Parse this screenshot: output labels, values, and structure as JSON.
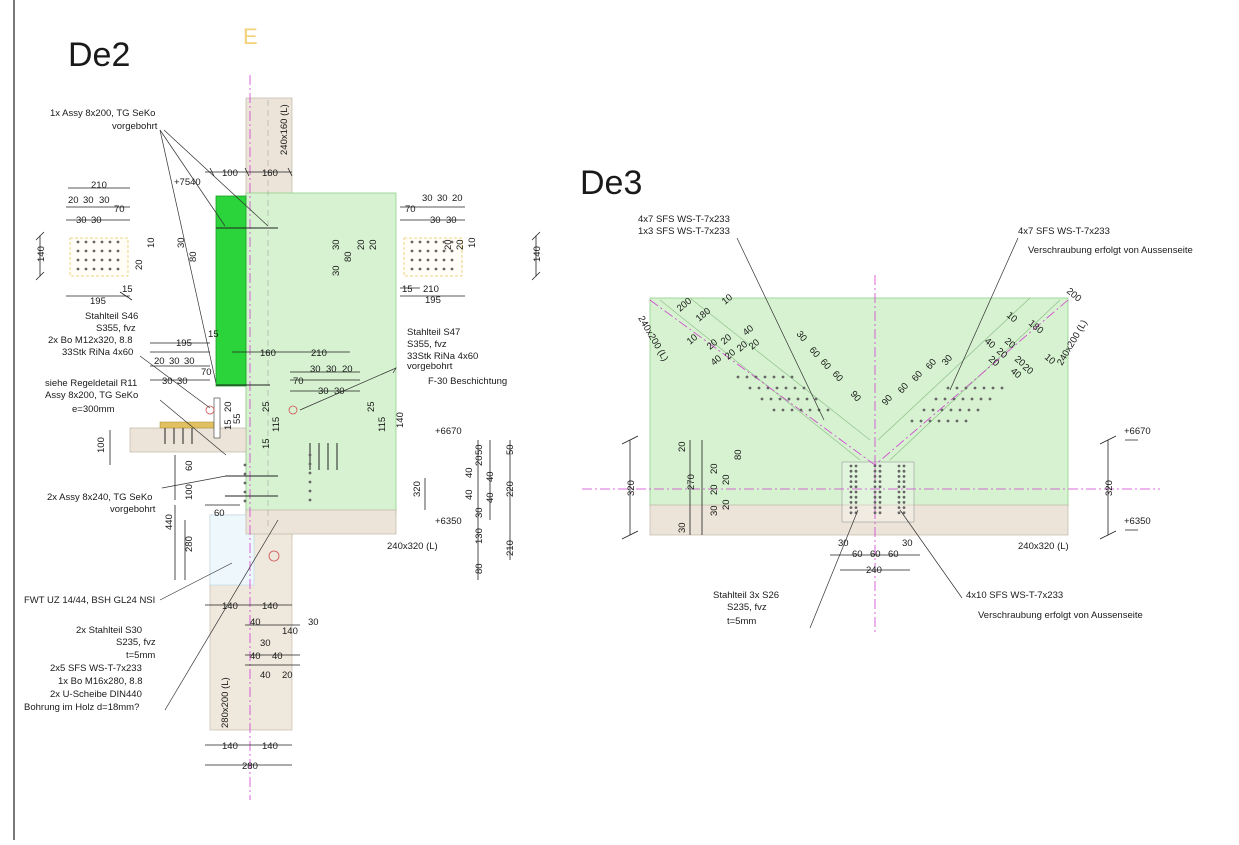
{
  "border_color": "#222222",
  "colors": {
    "green_area": "#d6f2d0",
    "green_member": "#2bd43a",
    "wood": "#ece4d8",
    "axis": "#d040d0",
    "ring": "#f0dca0"
  },
  "de2": {
    "title": "De2",
    "axis_marker": "E",
    "labels": {
      "assy_top": "1x Assy 8x200, TG SeKo",
      "assy_top_2": "vorgebohrt",
      "s46_1": "Stahlteil S46",
      "s46_2": "S355, fvz",
      "s46_3": "2x Bo M12x320, 8.8",
      "s46_4": "33Stk RiNa 4x60",
      "s47_1": "Stahlteil S47",
      "s47_2": "S355, fvz",
      "s47_3": "33Stk RiNa 4x60",
      "s47_4": "vorgebohrt",
      "f30": "F-30 Beschichtung",
      "regel_1": "siehe Regeldetail R11",
      "regel_2": "Assy 8x200, TG SeKo",
      "regel_3": "e=300mm",
      "assy240_1": "2x Assy 8x240, TG SeKo",
      "assy240_2": "vorgebohrt",
      "fwt": "FWT UZ 14/44, BSH GL24 NSI",
      "s30_1": "2x Stahlteil S30",
      "s30_2": "S235, fvz",
      "s30_3": "t=5mm",
      "s30_4": "2x5 SFS WS-T-7x233",
      "s30_5": "1x Bo M16x280, 8.8",
      "s30_6": "2x U-Scheibe DIN440",
      "s30_7": "Bohrung im Holz d=18mm?",
      "post_top": "240x160 (L)",
      "beam": "240x320 (L)",
      "post_bottom": "280x200 (L)",
      "lvl_7540": "+7540",
      "lvl_6670": "+6670",
      "lvl_6350": "+6350"
    },
    "dims": {
      "d100a": "100",
      "d160a": "160",
      "d210a": "210",
      "d20a": "20",
      "d30a": "30",
      "d30b": "30",
      "d70a": "70",
      "d30c": "30",
      "d30d": "30",
      "d140a": "140",
      "d195a": "195",
      "d15a": "15",
      "v20": "20",
      "v30": "30",
      "v80": "80",
      "v10": "10",
      "r30a": "30",
      "r30b": "30",
      "r20a": "20",
      "r70": "70",
      "r30c": "30",
      "r30d": "30",
      "r210": "210",
      "r15": "15",
      "r195": "195",
      "r140": "140",
      "m195": "195",
      "m15": "15",
      "m160": "160",
      "m210": "210",
      "m20a": "20",
      "m30a": "30",
      "m30b": "30",
      "m70": "70",
      "m30c": "30",
      "m30d": "30",
      "n70": "70",
      "n30a": "30",
      "n30b": "30",
      "n20": "20",
      "n30c": "30",
      "n30d": "30",
      "k25": "25",
      "k20": "20",
      "k55": "55",
      "k15": "15",
      "k115": "115",
      "k15b": "15",
      "k25b": "25",
      "k115b": "115",
      "k140": "140",
      "l100": "100",
      "l60": "60",
      "l100b": "100",
      "l440": "440",
      "l280": "280",
      "l60b": "60",
      "r320": "320",
      "s40a": "40",
      "s20a": "20",
      "s40b": "40",
      "s40c": "40",
      "s40d": "40",
      "s30": "30",
      "s130": "130",
      "s80": "80",
      "s50a": "50",
      "s50b": "50",
      "s220": "220",
      "s210": "210",
      "b140a": "140",
      "b140b": "140",
      "b40a": "40",
      "b30": "30",
      "b140c": "140",
      "b30b": "30",
      "b40b": "40",
      "b40c": "40",
      "b40d": "40",
      "b20": "20",
      "f140a": "140",
      "f140b": "140",
      "f280": "280"
    }
  },
  "de3": {
    "title": "De3",
    "labels": {
      "tl_1": "4x7 SFS WS-T-7x233",
      "tl_2": "1x3 SFS WS-T-7x233",
      "tr_1": "4x7 SFS WS-T-7x233",
      "tr_2": "Verschraubung erfolgt von Aussenseite",
      "bl_1": "Stahlteil 3x S26",
      "bl_2": "S235, fvz",
      "bl_3": "t=5mm",
      "br_1": "4x10 SFS WS-T-7x233",
      "br_2": "Verschraubung erfolgt von Aussenseite",
      "beam": "240x320 (L)",
      "brace_l": "240x200 (L)",
      "brace_r": "240x200 (L)",
      "lvl_6670": "+6670",
      "lvl_6350": "+6350"
    },
    "dims": {
      "a200": "200",
      "a10": "10",
      "a180": "180",
      "a10b": "10",
      "a20": "20",
      "a20b": "20",
      "a40": "40",
      "a20c": "20",
      "a20d": "20",
      "a40b": "40",
      "a20e": "20",
      "a30": "30",
      "a60a": "60",
      "a60b": "60",
      "a60c": "60",
      "a90": "90",
      "b200": "200",
      "b10": "10",
      "b180": "180",
      "b10b": "10",
      "b20": "20",
      "b20b": "20",
      "b40": "40",
      "b20c": "20",
      "b20d": "20",
      "b40b": "40",
      "b20e": "20",
      "b30": "30",
      "b60a": "60",
      "b60b": "60",
      "b60c": "60",
      "b90": "90",
      "c20": "20",
      "c270": "270",
      "c30": "30",
      "c80": "80",
      "c20a": "20",
      "c20b": "20",
      "c20c": "20",
      "c30b": "30",
      "c20d": "20",
      "c320l": "320",
      "c320r": "320",
      "h30": "30",
      "h60a": "60",
      "h60b": "60",
      "h60c": "60",
      "h30b": "30",
      "h240": "240"
    }
  }
}
